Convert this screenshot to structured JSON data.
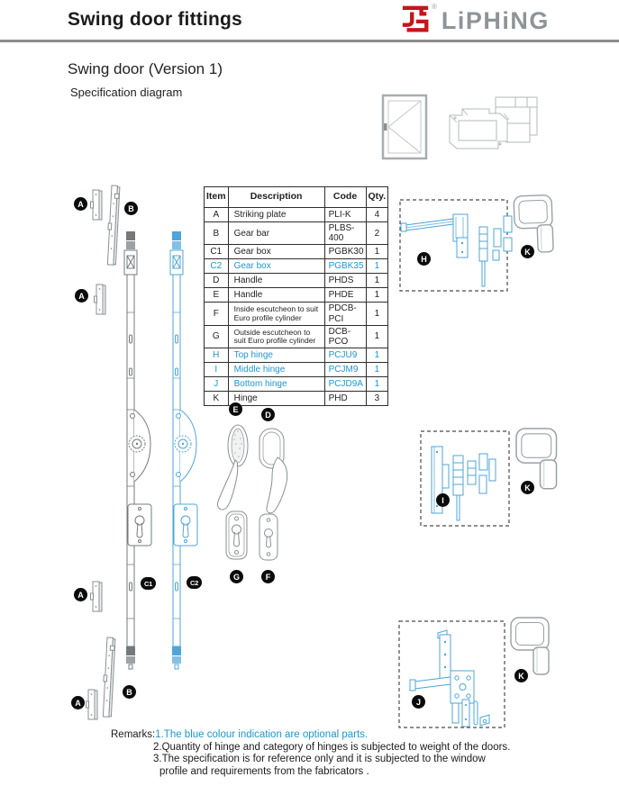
{
  "page": {
    "title": "Swing door fittings"
  },
  "brand": {
    "name": "LiPHiNG",
    "registered": "®",
    "red": "#C4161C",
    "gray": "#8E9497"
  },
  "section": {
    "title": "Swing door (Version 1)",
    "subtitle": "Specification diagram"
  },
  "parts_table": {
    "headers": {
      "item": "Item",
      "description": "Description",
      "code": "Code",
      "qty": "Qty."
    },
    "rows": [
      {
        "item": "A",
        "description": "Striking plate",
        "code": "PLI-K",
        "qty": "4",
        "optional": false
      },
      {
        "item": "B",
        "description": "Gear bar",
        "code": "PLBS-400",
        "qty": "2",
        "optional": false
      },
      {
        "item": "C1",
        "description": "Gear box",
        "code": "PGBK30",
        "qty": "1",
        "optional": false
      },
      {
        "item": "C2",
        "description": "Gear box",
        "code": "PGBK35",
        "qty": "1",
        "optional": true
      },
      {
        "item": "D",
        "description": "Handle",
        "code": "PHDS",
        "qty": "1",
        "optional": false
      },
      {
        "item": "E",
        "description": "Handle",
        "code": "PHDE",
        "qty": "1",
        "optional": false
      },
      {
        "item": "F",
        "description": "Inside escutcheon to suit Euro profile cylinder",
        "code": "PDCB-PCI",
        "qty": "1",
        "optional": false
      },
      {
        "item": "G",
        "description": "Outside escutcheon to suit Euro profile cylinder",
        "code": "DCB-PCO",
        "qty": "1",
        "optional": false
      },
      {
        "item": "H",
        "description": "Top hinge",
        "code": "PCJU9",
        "qty": "1",
        "optional": true
      },
      {
        "item": "I",
        "description": "Middle hinge",
        "code": "PCJM9",
        "qty": "1",
        "optional": true
      },
      {
        "item": "J",
        "description": "Bottom hinge",
        "code": "PCJD9A",
        "qty": "1",
        "optional": true
      },
      {
        "item": "K",
        "description": "Hinge",
        "code": "PHD",
        "qty": "3",
        "optional": false
      }
    ]
  },
  "part_labels": {
    "a": "A",
    "b": "B",
    "c1": "C1",
    "c2": "C2",
    "d": "D",
    "e": "E",
    "f": "F",
    "g": "G",
    "h": "H",
    "i": "I",
    "j": "J",
    "k": "K"
  },
  "remarks": {
    "label": "Remarks:",
    "lines": [
      {
        "text": "1.The blue colour indication are optional parts.",
        "blue": true
      },
      {
        "text": "2.Quantity of hinge and category of hinges is subjected to weight of the doors.",
        "blue": false
      },
      {
        "text": "3.The specification is for reference only and it is subjected to the window",
        "blue": false
      },
      {
        "text": "profile and requirements from the fabricators .",
        "blue": false
      }
    ]
  },
  "colors": {
    "optional_blue": "#1E96D2",
    "drawing_blue": "#4FA5D9",
    "drawing_gray": "#8A8F93",
    "rule_gray": "#8D8D8D",
    "label_black": "#0B0B0B"
  }
}
